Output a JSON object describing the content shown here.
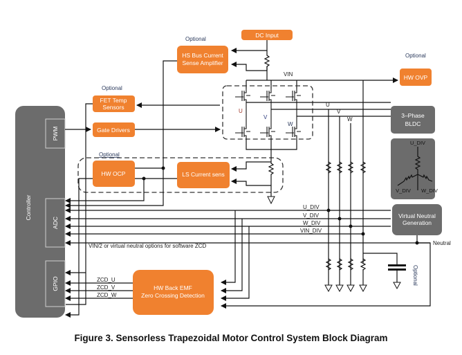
{
  "blocks": {
    "dc_input": "DC Input",
    "hs_bus_1": "HS Bus Current",
    "hs_bus_2": "Sense Amplifier",
    "fet_temp_1": "FET Temp",
    "fet_temp_2": "Sensors",
    "gate_drivers": "Gate Drivers",
    "hw_ocp": "HW OCP",
    "ls_current": "LS Current sens",
    "hw_ovp": "HW OVP",
    "bldc_1": "3–Phase",
    "bldc_2": "BLDC",
    "vng_1": "Virtual Neutral",
    "vng_2": "Generation",
    "bemf_1": "HW Back EMF",
    "bemf_2": "Zero Crossing Detection",
    "controller": "Controller",
    "pwm": "PWM",
    "adc": "ADC",
    "gpio": "GPIO"
  },
  "labels": {
    "optional": "Optional",
    "vin": "VIN",
    "u": "U",
    "v": "V",
    "w": "W",
    "u_div": "U_DIV",
    "v_div": "V_DIV",
    "w_div": "W_DIV",
    "vin_div": "VIN_DIV",
    "neutral": "Neutral",
    "zcd_note": "VIN/2 or virtual neutral options for software  ZCD",
    "zcd_u": "ZCD_U",
    "zcd_v": "ZCD_V",
    "zcd_w": "ZCD_W"
  },
  "caption": "Figure 3. Sensorless Trapezoidal Motor Control System Block Diagram"
}
